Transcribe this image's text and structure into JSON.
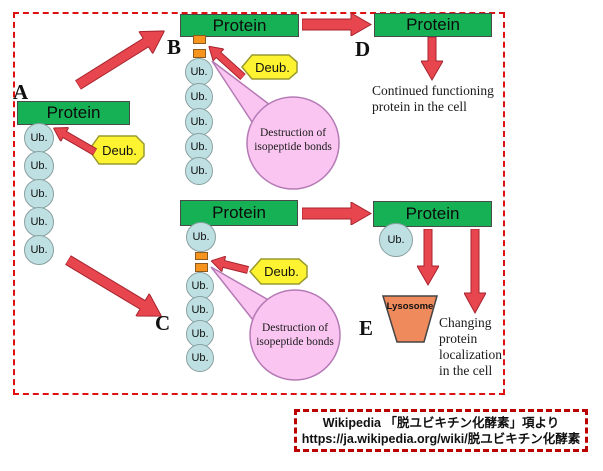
{
  "labels": {
    "section_a": "A",
    "section_b": "B",
    "section_c": "C",
    "section_d": "D",
    "section_e": "E",
    "protein": "Protein",
    "ub": "Ub.",
    "deub": "Deub.",
    "lysosome": "Lysosome"
  },
  "balloon": {
    "line1": "Destruction of",
    "line2": "isopeptide bonds"
  },
  "caption_d": {
    "line1": "Continued functioning",
    "line2": "protein in the cell"
  },
  "caption_e": {
    "line1": "Changing",
    "line2": "protein",
    "line3": "localization",
    "line4": "in the cell"
  },
  "attribution": {
    "line1": "Wikipedia 「脱ユビキチン化酵素」項より",
    "line2": "https://ja.wikipedia.org/wiki/脱ユビキチン化酵素"
  },
  "colors": {
    "protein_green": "#17b155",
    "ub_blue": "#bfe0e3",
    "deub_yellow": "#fdf330",
    "connector_orange": "#f7941e",
    "arrow_red": "#e8464e",
    "balloon_pink": "#fac6f1",
    "lysosome_orange": "#ef8a5c",
    "frame_red": "#dd1111"
  }
}
